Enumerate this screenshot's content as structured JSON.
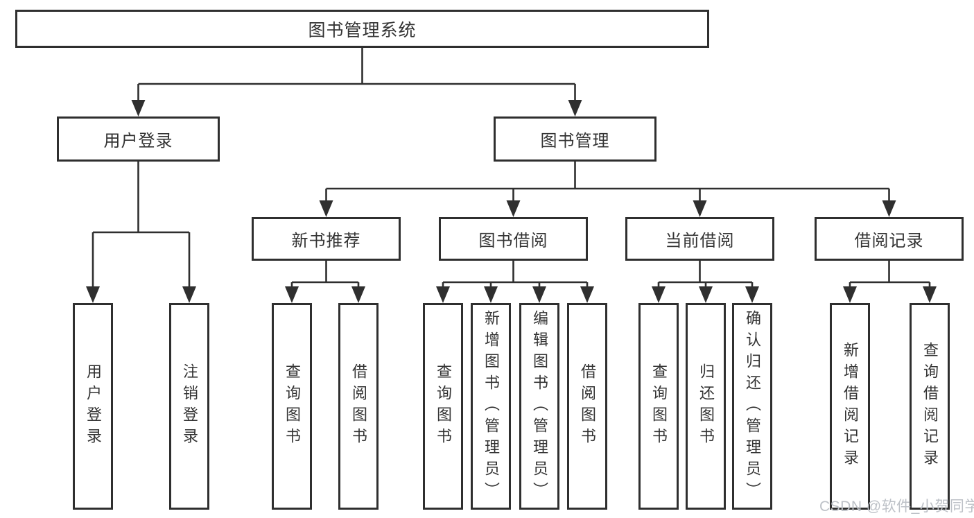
{
  "root_label": "图书管理系统",
  "branches": {
    "user_login": {
      "label": "用户登录",
      "children": {
        "user_login": "用户登录",
        "logout": "注销登录"
      }
    },
    "book_management": {
      "label": "图书管理",
      "sections": {
        "new_book_recommend": {
          "label": "新书推荐",
          "children": {
            "query_book": "查询图书",
            "borrow_book": "借阅图书"
          }
        },
        "book_borrow": {
          "label": "图书借阅",
          "children": {
            "query_book": "查询图书",
            "add_book": "新增图书（管理员）",
            "edit_book": "编辑图书（管理员）",
            "borrow_book": "借阅图书"
          }
        },
        "current_borrow": {
          "label": "当前借阅",
          "children": {
            "query_book": "查询图书",
            "return_book": "归还图书",
            "confirm_return": "确认归还（管理员）"
          }
        },
        "borrow_record": {
          "label": "借阅记录",
          "children": {
            "add_record": "新增借阅记录",
            "query_record": "查询借阅记录"
          }
        }
      }
    }
  },
  "watermark": "CSDN @软件_小贺同学",
  "colors": {
    "line": "#2f2f2f",
    "text": "#333333",
    "background": "#ffffff",
    "watermark": "#bdc1c7"
  }
}
